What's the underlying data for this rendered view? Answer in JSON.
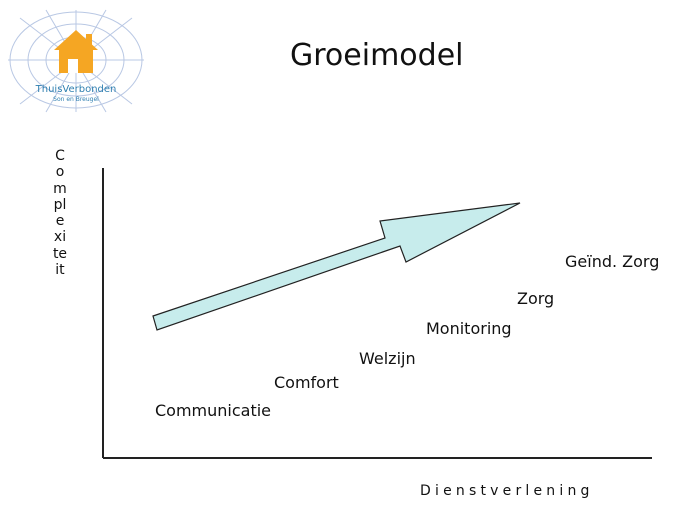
{
  "logo": {
    "text": "ThuisVerbonden",
    "subtext": "Son en Breugel"
  },
  "title": "Groeimodel",
  "axes": {
    "y_label": "Complexiteit",
    "x_label": "Dienstverlening"
  },
  "stages": [
    {
      "label": "Communicatie"
    },
    {
      "label": "Comfort"
    },
    {
      "label": "Welzijn"
    },
    {
      "label": "Monitoring"
    },
    {
      "label": "Zorg"
    },
    {
      "label": "Geïnd. Zorg"
    }
  ],
  "colors": {
    "arrow_fill": "#c7ecec",
    "arrow_stroke": "#222222",
    "house": "#f5a623",
    "logo_text": "#2f7fb0"
  }
}
